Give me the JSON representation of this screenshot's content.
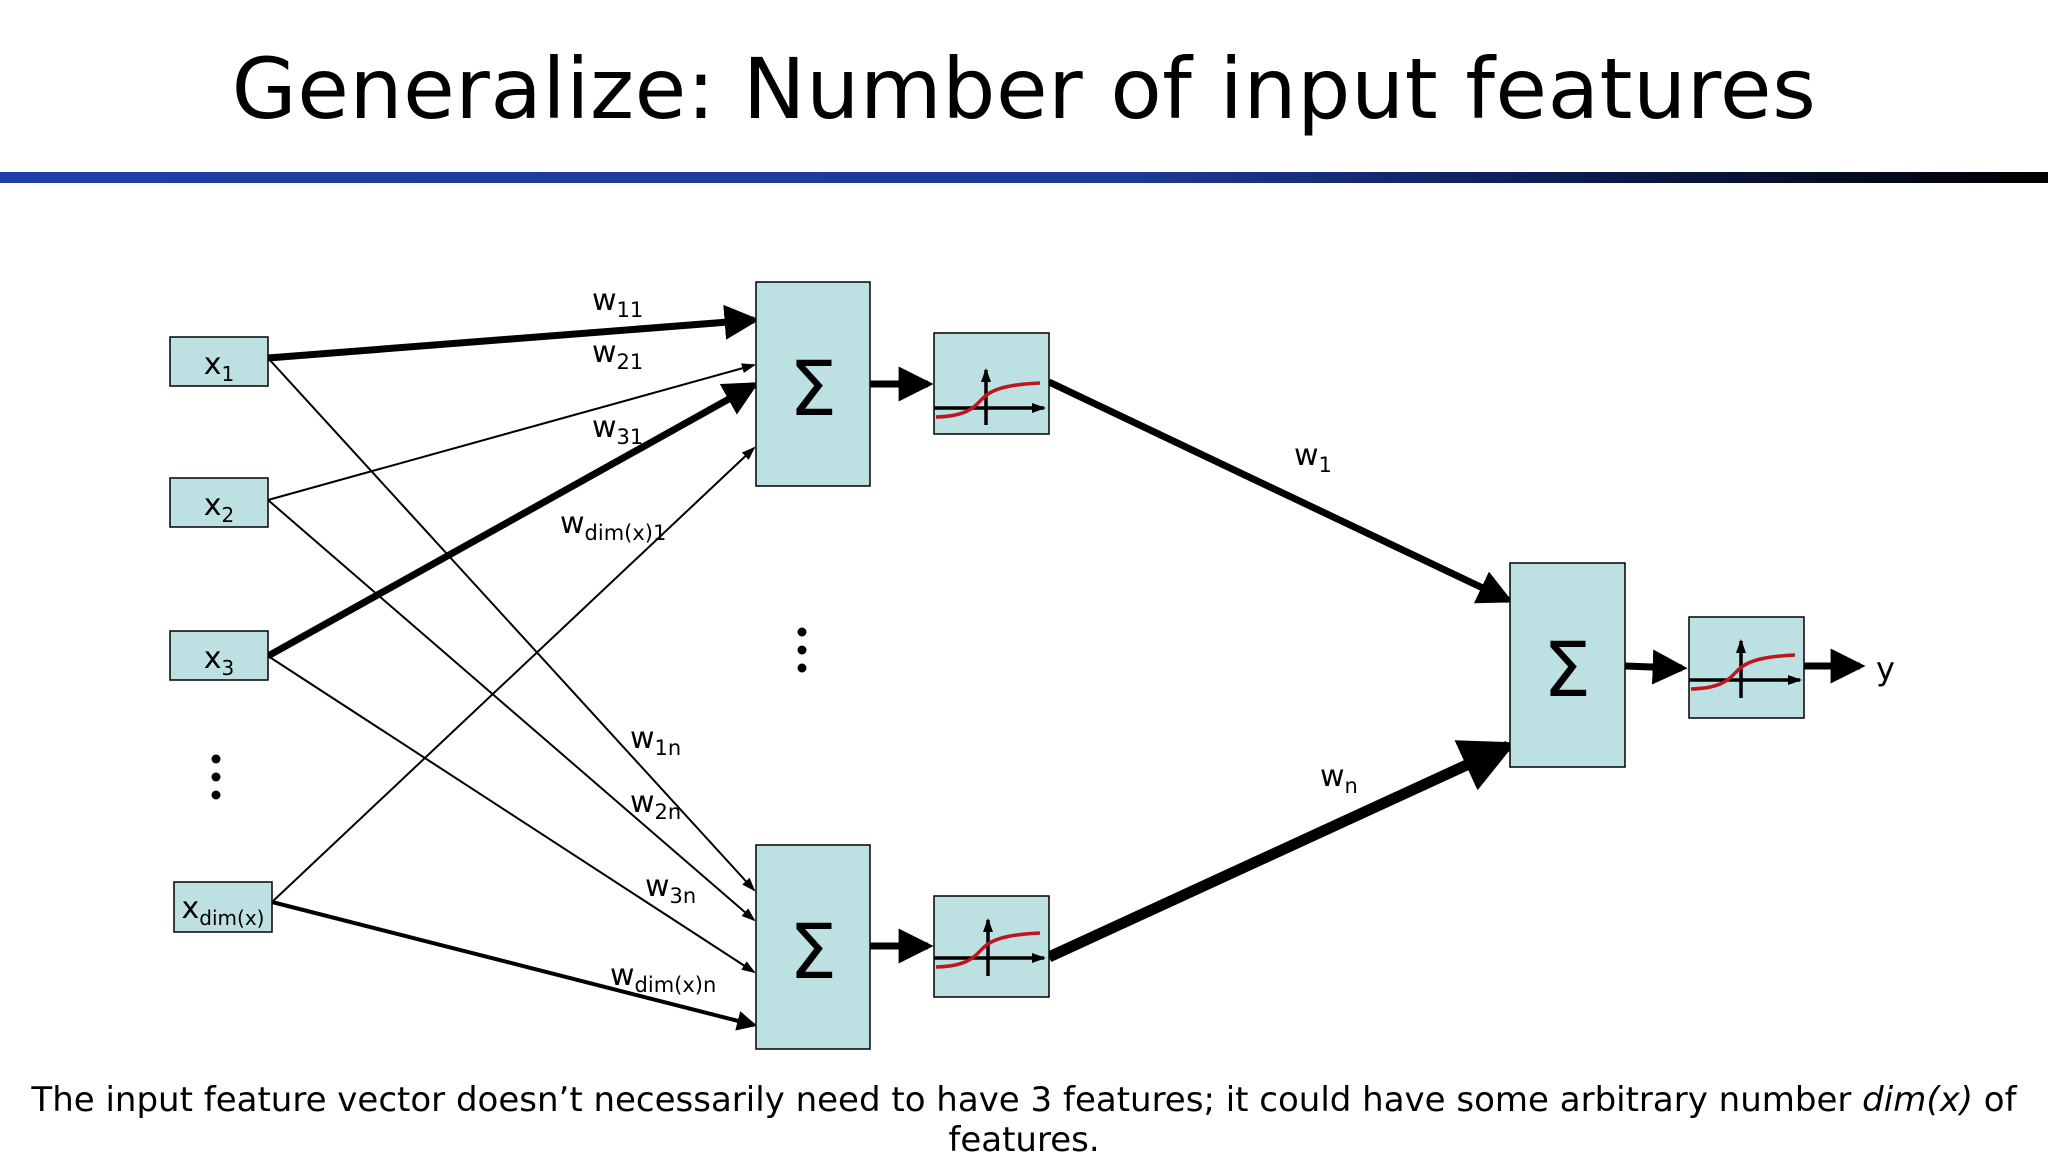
{
  "title": "Generalize: Number of input features",
  "caption": {
    "before": "The input feature vector doesn’t necessarily need to have 3 features; it could have some arbitrary number ",
    "emph": "dim(x)",
    "after": " of features."
  },
  "inputs": [
    {
      "base": "x",
      "sub": "1"
    },
    {
      "base": "x",
      "sub": "2"
    },
    {
      "base": "x",
      "sub": "3"
    },
    {
      "base": "x",
      "sub": "dim(x)"
    }
  ],
  "weights": {
    "w11": {
      "base": "w",
      "sub": "11"
    },
    "w21": {
      "base": "w",
      "sub": "21"
    },
    "w31": {
      "base": "w",
      "sub": "31"
    },
    "wd1": {
      "base": "w",
      "sub": "dim(x)1"
    },
    "w1n": {
      "base": "w",
      "sub": "1n"
    },
    "w2n": {
      "base": "w",
      "sub": "2n"
    },
    "w3n": {
      "base": "w",
      "sub": "3n"
    },
    "wdn": {
      "base": "w",
      "sub": "dim(x)n"
    },
    "w1": {
      "base": "w",
      "sub": "1"
    },
    "wn": {
      "base": "w",
      "sub": "n"
    }
  },
  "sum_symbol": "Σ",
  "output_label": "y",
  "colors": {
    "node_fill": "#bde0e3",
    "sigmoid_curve": "#c0151c",
    "title_bar": "#1f3fa8"
  }
}
